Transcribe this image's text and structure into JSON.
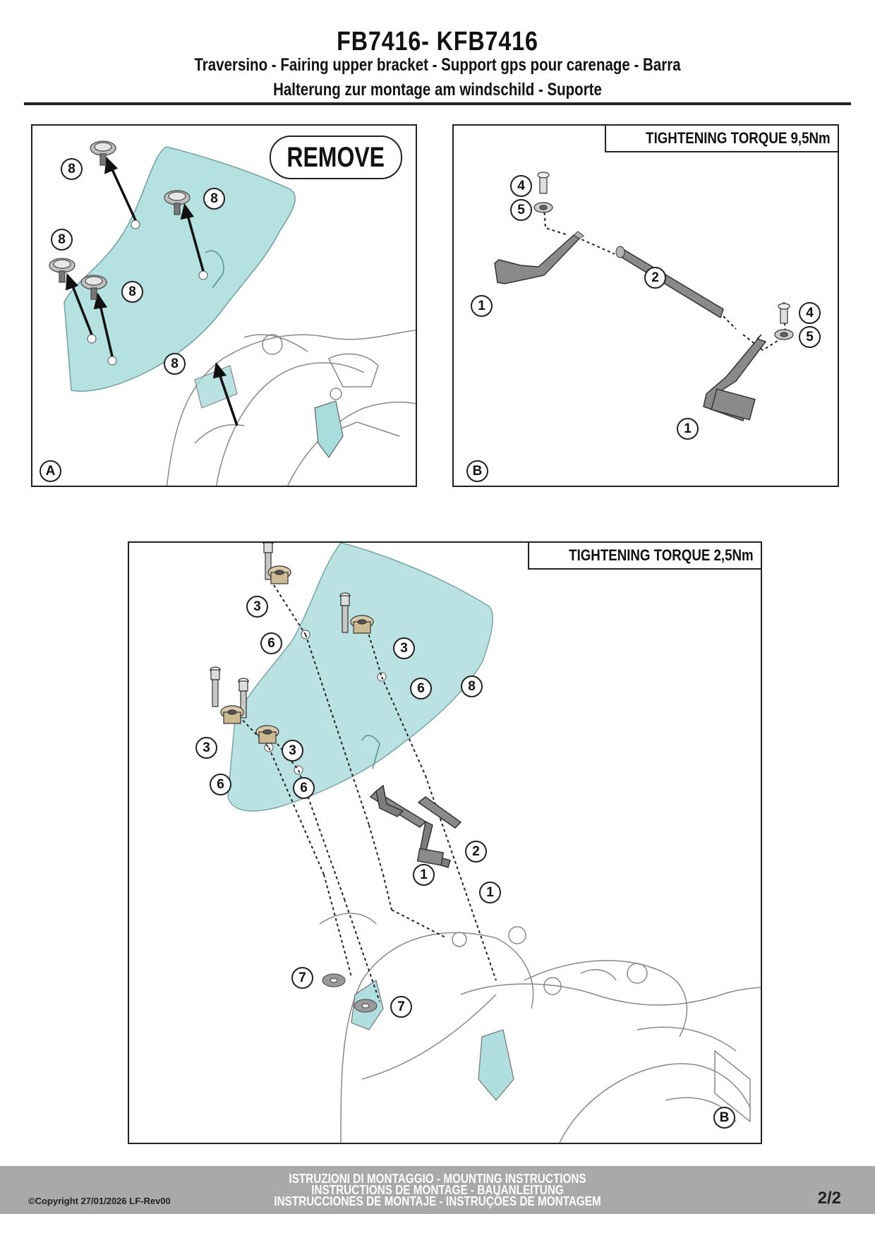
{
  "header": {
    "code": "FB7416- KFB7416",
    "line1": "Traversino - Fairing upper bracket - Support gps pour carenage - Barra",
    "line2": "Halterung zur montage am windschild - Suporte"
  },
  "panel_a": {
    "remove_label": "REMOVE",
    "panel_letter": "A",
    "callouts": [
      "8",
      "8",
      "8",
      "8",
      "8"
    ]
  },
  "panel_b": {
    "torque_label": "TIGHTENING TORQUE 9,5Nm",
    "panel_letter": "B",
    "callouts": [
      "4",
      "5",
      "2",
      "1",
      "4",
      "5",
      "1"
    ]
  },
  "panel_c": {
    "torque_label": "TIGHTENING TORQUE 2,5Nm",
    "panel_letter": "B",
    "callouts": [
      "3",
      "6",
      "3",
      "6",
      "8",
      "3",
      "3",
      "6",
      "6",
      "2",
      "1",
      "1",
      "7",
      "7"
    ]
  },
  "colors": {
    "windscreen": "#a9dcdc",
    "part_gray": "#7d7d7d",
    "footer_bg": "#a9a9a9"
  },
  "footer": {
    "line1": "ISTRUZIONI DI MONTAGGIO  -  MOUNTING INSTRUCTIONS",
    "line2": "INSTRUCTIONS DE MONTAGE - BAUANLEITUNG",
    "line3": "INSTRUCCIONES DE MONTAJE - INSTRUÇÕES DE MONTAGEM",
    "copyright": "©Copyright 27/01/2026 LF-Rev00",
    "page": "2/2"
  }
}
